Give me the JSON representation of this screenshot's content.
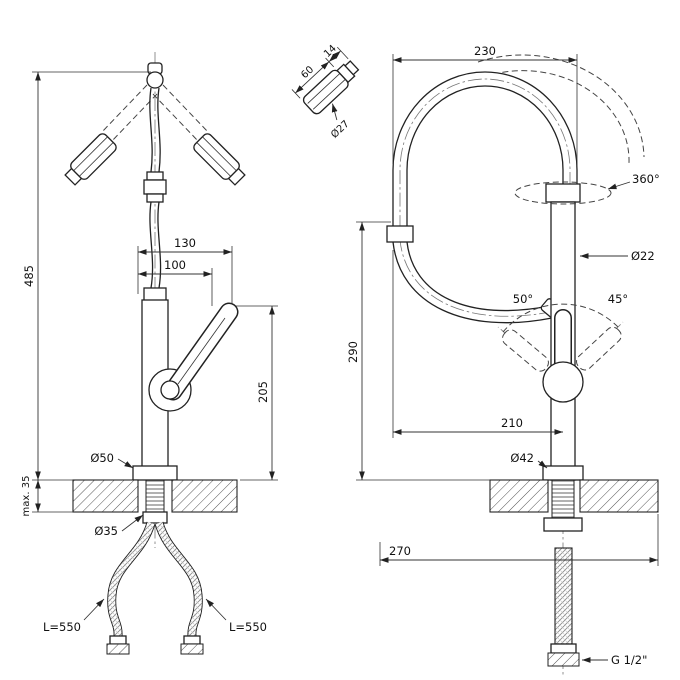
{
  "drawing": {
    "type": "kitchen-faucet-dimensional-drawing",
    "left_view": {
      "dim_130": "130",
      "dim_100": "100",
      "dim_485": "485",
      "dim_205": "205",
      "dia_50": "Ø50",
      "dim_max35": "max. 35",
      "dia_35": "Ø35",
      "hose_left_length": "L=550",
      "hose_right_length": "L=550"
    },
    "right_view": {
      "dim_230": "230",
      "dim_60": "60",
      "dim_14": "14",
      "dia_27": "Ø27",
      "rotation_360": "360°",
      "dia_22": "Ø22",
      "angle_50": "50°",
      "angle_45": "45°",
      "dim_290": "290",
      "dim_210": "210",
      "dia_42": "Ø42",
      "dim_270": "270",
      "thread_size": "G 1/2\""
    }
  }
}
